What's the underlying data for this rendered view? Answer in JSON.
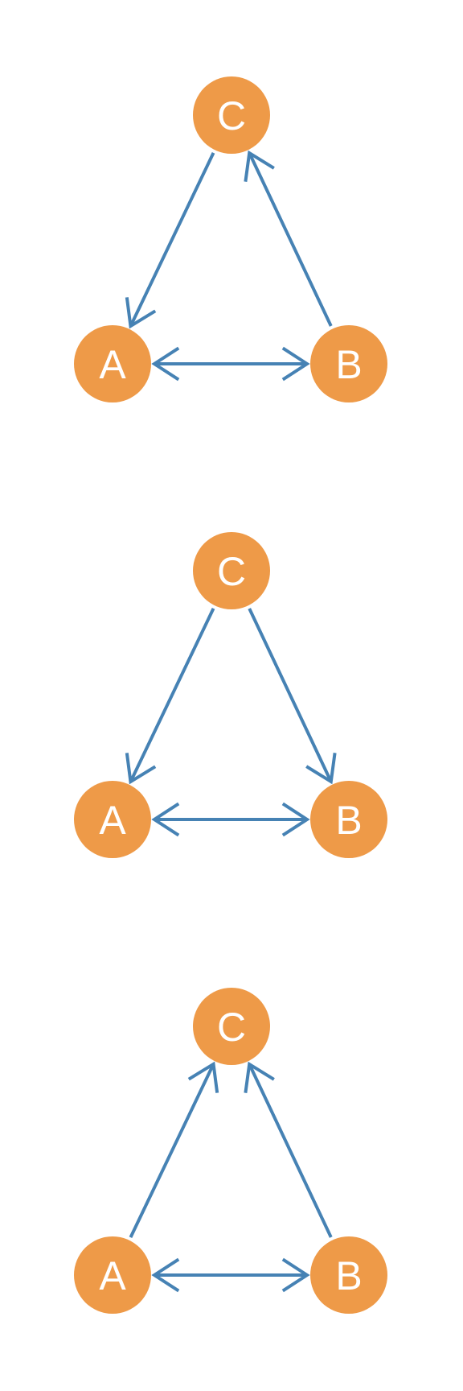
{
  "colors": {
    "node_fill": "#EE9A48",
    "edge": "#4682B4",
    "label": "#FFFFFF",
    "background": "#FFFFFF"
  },
  "diagrams": [
    {
      "nodes": [
        {
          "id": "A",
          "label": "A"
        },
        {
          "id": "B",
          "label": "B"
        },
        {
          "id": "C",
          "label": "C"
        }
      ],
      "edges": [
        {
          "from": "A",
          "to": "B",
          "direction": "both"
        },
        {
          "from": "B",
          "to": "C",
          "direction": "forward"
        },
        {
          "from": "C",
          "to": "A",
          "direction": "forward"
        }
      ]
    },
    {
      "nodes": [
        {
          "id": "A",
          "label": "A"
        },
        {
          "id": "B",
          "label": "B"
        },
        {
          "id": "C",
          "label": "C"
        }
      ],
      "edges": [
        {
          "from": "A",
          "to": "B",
          "direction": "both"
        },
        {
          "from": "C",
          "to": "B",
          "direction": "forward"
        },
        {
          "from": "C",
          "to": "A",
          "direction": "forward"
        }
      ]
    },
    {
      "nodes": [
        {
          "id": "A",
          "label": "A"
        },
        {
          "id": "B",
          "label": "B"
        },
        {
          "id": "C",
          "label": "C"
        }
      ],
      "edges": [
        {
          "from": "A",
          "to": "B",
          "direction": "both"
        },
        {
          "from": "B",
          "to": "C",
          "direction": "forward"
        },
        {
          "from": "A",
          "to": "C",
          "direction": "forward"
        }
      ]
    }
  ]
}
